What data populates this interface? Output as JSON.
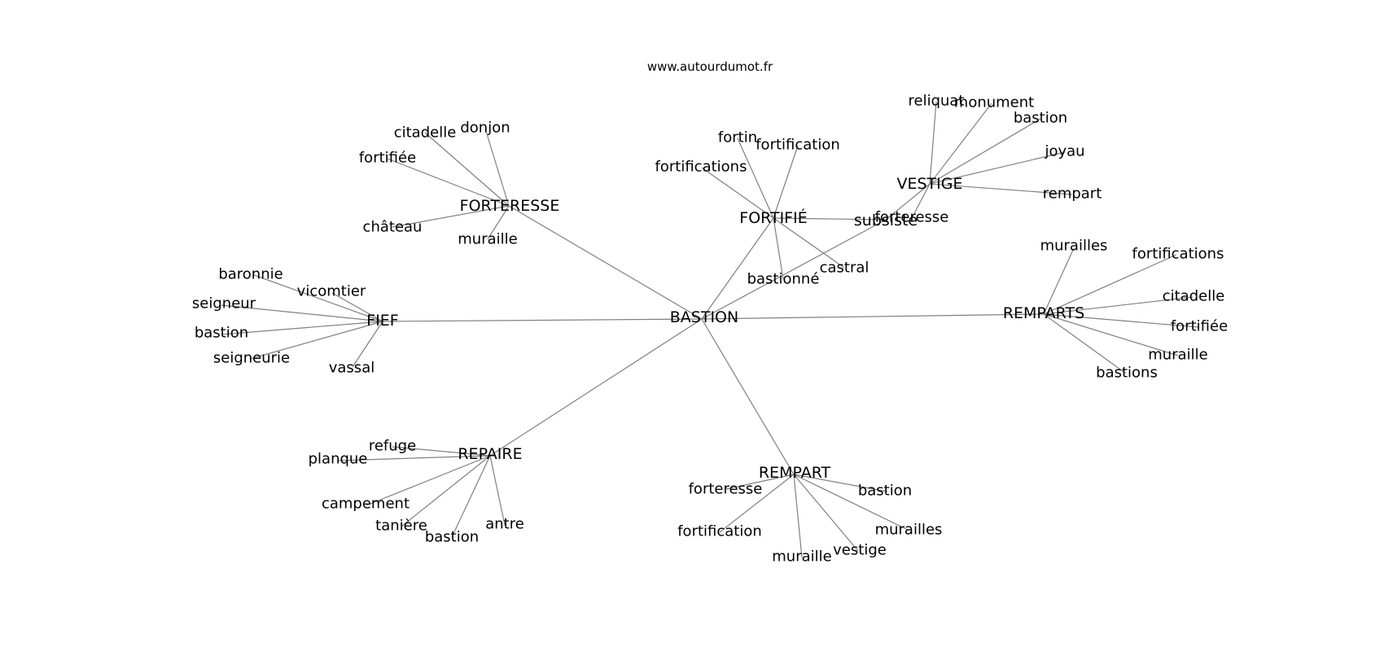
{
  "watermark": "www.autourdumot.fr",
  "center": "BASTION",
  "hubs": {
    "forteresse": {
      "label": "FORTERESSE",
      "leaves": [
        "citadelle",
        "donjon",
        "fortifiée",
        "château",
        "muraille"
      ]
    },
    "fortifie": {
      "label": "FORTIFIÉ",
      "leaves": [
        "fortin",
        "fortification",
        "fortifications",
        "castral",
        "bastionné"
      ]
    },
    "subsiste": {
      "label": "subsiste"
    },
    "vestige": {
      "label": "VESTIGE",
      "leaves": [
        "reliquat",
        "monument",
        "bastion",
        "joyau",
        "rempart",
        "forteresse"
      ]
    },
    "fief": {
      "label": "FIEF",
      "leaves": [
        "baronnie",
        "vicomtier",
        "seigneur",
        "bastion",
        "seigneurie",
        "vassal"
      ]
    },
    "remparts": {
      "label": "REMPARTS",
      "leaves": [
        "murailles",
        "fortifications",
        "citadelle",
        "fortifiée",
        "muraille",
        "bastions"
      ]
    },
    "repaire": {
      "label": "REPAIRE",
      "leaves": [
        "refuge",
        "planque",
        "campement",
        "tanière",
        "bastion",
        "antre"
      ]
    },
    "rempart": {
      "label": "REMPART",
      "leaves": [
        "forteresse",
        "bastion",
        "fortification",
        "murailles",
        "vestige",
        "muraille"
      ]
    }
  }
}
